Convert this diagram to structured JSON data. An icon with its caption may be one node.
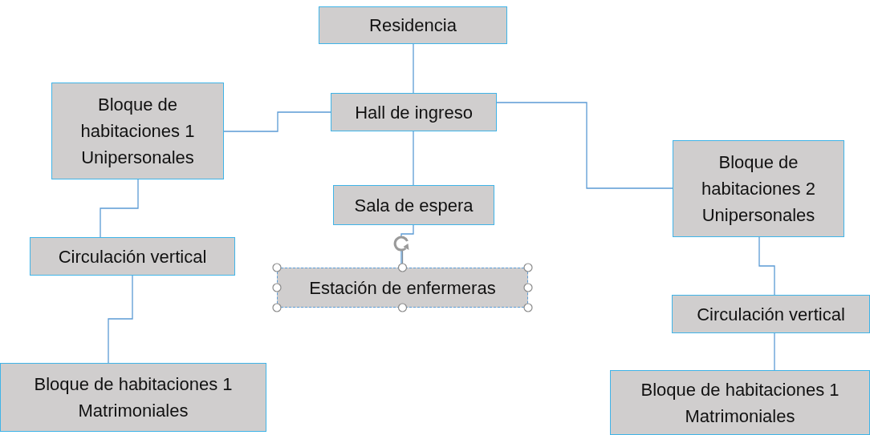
{
  "diagram": {
    "nodes": [
      {
        "text": [
          "Residencia"
        ]
      },
      {
        "text": [
          "Hall de ingreso"
        ]
      },
      {
        "text": [
          "Bloque de habitaciones 1 Unipersonales"
        ]
      },
      {
        "text": [
          "Sala de espera"
        ]
      },
      {
        "text": [
          "Estación de enfermeras"
        ]
      },
      {
        "text": [
          "Bloque de habitaciones 2 Unipersonales"
        ]
      },
      {
        "text": [
          "Circulación vertical"
        ]
      },
      {
        "text": [
          "Bloque de habitaciones 1 Matrimoniales"
        ]
      },
      {
        "text": [
          "Circulación vertical"
        ]
      },
      {
        "text": [
          "Bloque de habitaciones 1 Matrimoniales"
        ]
      }
    ],
    "edges": [
      {
        "from": 0,
        "to": 1,
        "arrow": "none"
      },
      {
        "from": 1,
        "to": 2,
        "arrow": "none"
      },
      {
        "from": 1,
        "to": 5,
        "arrow": "none"
      },
      {
        "from": 1,
        "to": 3,
        "arrow": "none"
      },
      {
        "from": 3,
        "to": 4,
        "arrow": "none"
      },
      {
        "from": 2,
        "to": 6,
        "arrow": "none"
      },
      {
        "from": 6,
        "to": 7,
        "arrow": "none"
      },
      {
        "from": 5,
        "to": 8,
        "arrow": "none"
      },
      {
        "from": 8,
        "to": 9,
        "arrow": "none"
      }
    ]
  }
}
